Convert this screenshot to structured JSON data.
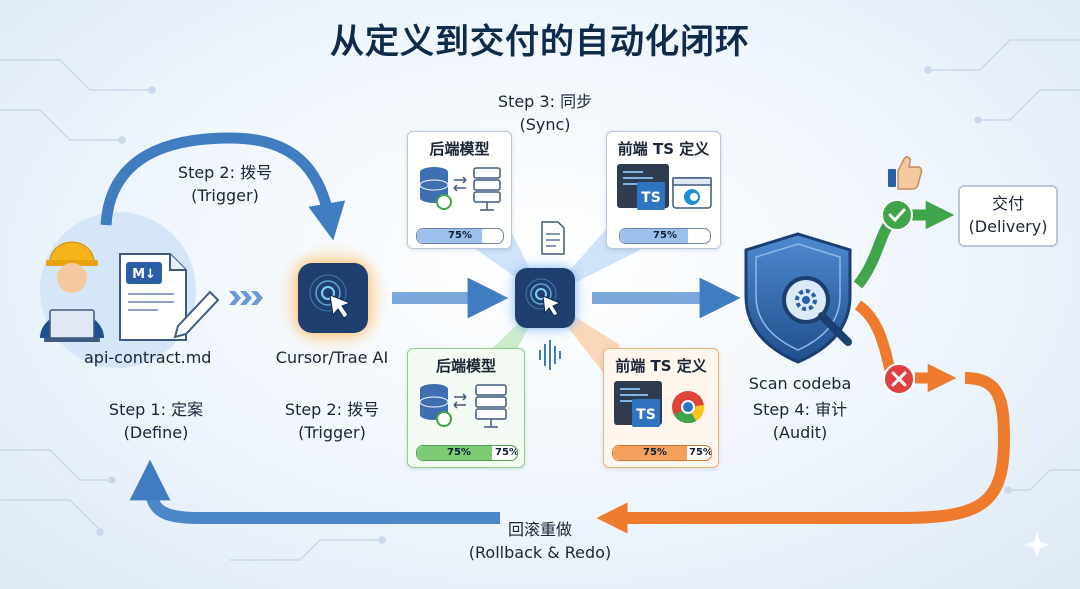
{
  "title": "从定义到交付的自动化闭环",
  "step1": {
    "file": "api-contract.md",
    "label": "Step 1: 定案",
    "sub": "(Define)",
    "md_icon_text": "M↓"
  },
  "step2_arc": {
    "label": "Step 2: 拨号",
    "sub": "(Trigger)"
  },
  "step2": {
    "tool": "Cursor/Trae AI",
    "label": "Step 2: 拨号",
    "sub": "(Trigger)"
  },
  "step3": {
    "label": "Step 3: 同步",
    "sub": "(Sync)"
  },
  "cards": {
    "tl": {
      "title": "后端模型",
      "progress": "75%",
      "progress_value": 0.75
    },
    "tr": {
      "title": "前端 TS 定义",
      "progress": "75%",
      "progress_value": 0.75,
      "ts_text": "TS"
    },
    "bl": {
      "title": "后端模型",
      "progress_a": "75%",
      "progress_b": "75%",
      "progress_value": 0.75
    },
    "br": {
      "title": "前端 TS 定义",
      "progress_a": "75%",
      "progress_b": "75%",
      "progress_value": 0.75,
      "ts_text": "TS"
    }
  },
  "step4": {
    "scan": "Scan codeba",
    "label": "Step 4: 审计",
    "sub": "(Audit)"
  },
  "delivery": {
    "label": "交付",
    "sub": "(Delivery)"
  },
  "rollback": {
    "label": "回滚重做",
    "sub": "(Rollback & Redo)"
  },
  "colors": {
    "title": "#0f2a4a",
    "blue_arrow": "#4a86c8",
    "green": "#3fa44a",
    "orange": "#ee7a2c",
    "red": "#e04040",
    "app_icon": "#1f3f6e"
  }
}
